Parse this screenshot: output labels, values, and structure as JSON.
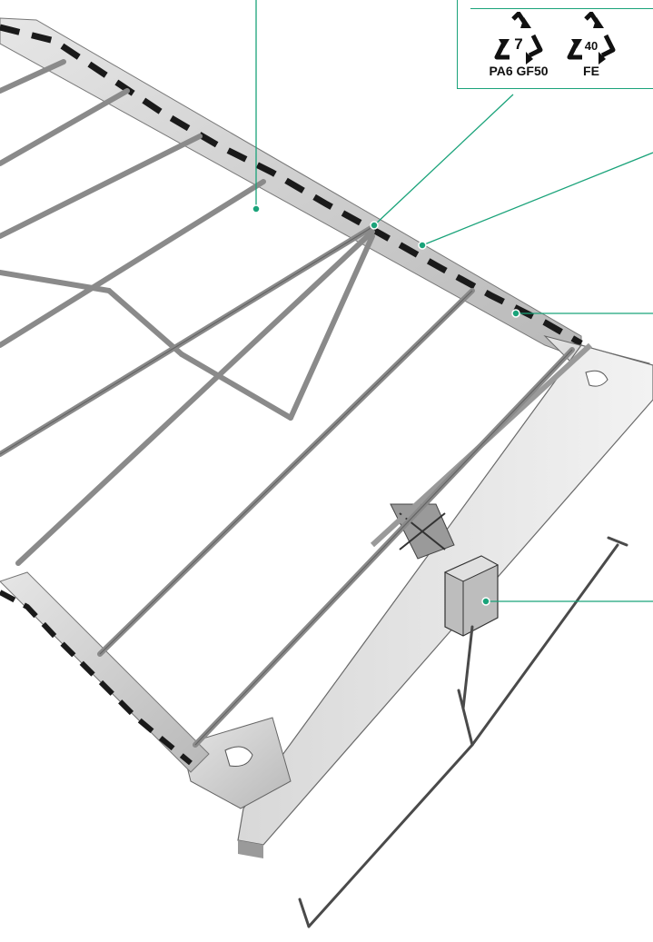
{
  "colors": {
    "leader": "#1aa37a",
    "frame": "#c9c9c9",
    "frame_dark": "#2a2a2a",
    "rod": "#8a8a8a"
  },
  "recycling_codes": [
    {
      "code": "7",
      "material": "PA6 GF50",
      "icon": "recycling-triangle-icon"
    },
    {
      "code": "40",
      "material": "FE",
      "icon": "recycling-triangle-icon"
    }
  ]
}
